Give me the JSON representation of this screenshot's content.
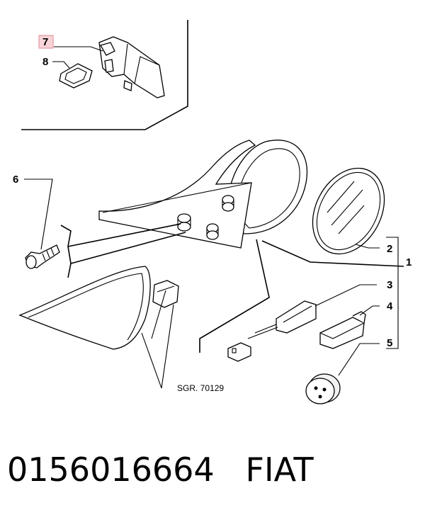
{
  "callouts": {
    "c1": "1",
    "c2": "2",
    "c3": "3",
    "c4": "4",
    "c5": "5",
    "c6": "6",
    "c7": "7",
    "c8": "8"
  },
  "highlight_color": "#e8a0a8",
  "drawing_ref": "SGR. 70129",
  "footer": {
    "part_number": "0156016664",
    "brand": "FIAT"
  }
}
